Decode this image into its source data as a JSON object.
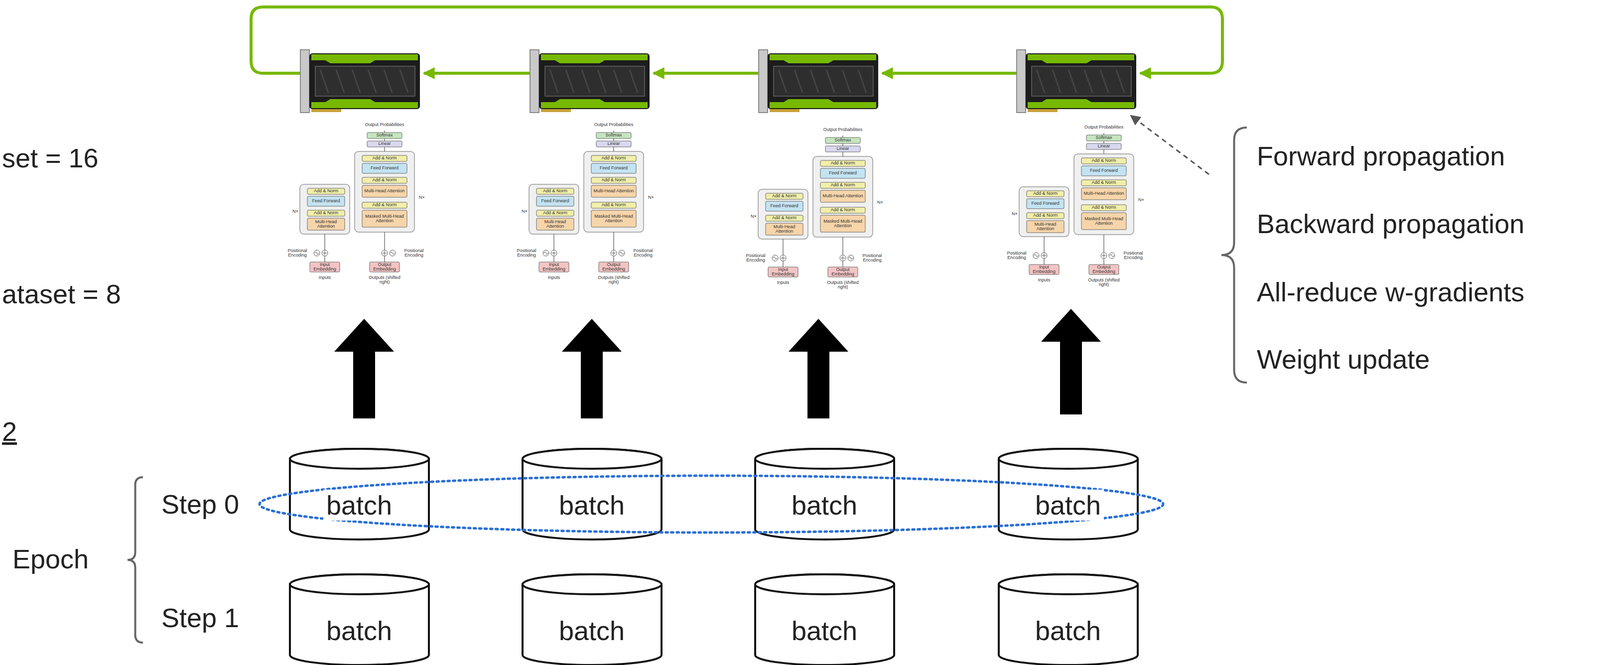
{
  "diagram": {
    "nodes": [
      {
        "text": [
          "batch"
        ]
      },
      {
        "text": [
          "batch"
        ]
      },
      {
        "text": [
          "batch"
        ]
      },
      {
        "text": [
          "batch"
        ]
      },
      {
        "text": [
          "batch"
        ]
      },
      {
        "text": [
          "batch"
        ]
      },
      {
        "text": [
          "batch"
        ]
      },
      {
        "text": [
          "batch"
        ]
      }
    ],
    "labels": [
      "set = 16",
      "ataset = 8",
      "2",
      "Output Probabilities",
      "Softmax",
      "Linear",
      "Add & Norm",
      "Feed Forward",
      "Add & Norm",
      "Multi-Head Attention",
      "Add & Norm",
      "Masked Multi-Head Attention",
      "N×",
      "Add & Norm",
      "Feed Forward",
      "Add & Norm",
      "Multi-Head Attention",
      "N×",
      "Positional Encoding",
      "Positional Encoding",
      "Input Embedding",
      "Output Embedding",
      "Inputs",
      "Outputs (shifted right)",
      "Output Probabilities",
      "Softmax",
      "Linear",
      "Add & Norm",
      "Feed Forward",
      "Add & Norm",
      "Multi-Head Attention",
      "Add & Norm",
      "Masked Multi-Head Attention",
      "N×",
      "Add & Norm",
      "Feed Forward",
      "Add & Norm",
      "Multi-Head Attention",
      "N×",
      "Positional Encoding",
      "Positional Encoding",
      "Input Embedding",
      "Output Embedding",
      "Inputs",
      "Outputs (shifted right)",
      "Output Probabilities",
      "Softmax",
      "Linear",
      "Add & Norm",
      "Feed Forward",
      "Add & Norm",
      "Multi-Head Attention",
      "Add & Norm",
      "Masked Multi-Head Attention",
      "N×",
      "Add & Norm",
      "Feed Forward",
      "Add & Norm",
      "Multi-Head Attention",
      "N×",
      "Positional Encoding",
      "Positional Encoding",
      "Input Embedding",
      "Output Embedding",
      "Inputs",
      "Outputs (shifted right)",
      "Output Probabilities",
      "Softmax",
      "Linear",
      "Add & Norm",
      "Feed Forward",
      "Add & Norm",
      "Multi-Head Attention",
      "Add & Norm",
      "Masked Multi-Head Attention",
      "N×",
      "Add & Norm",
      "Feed Forward",
      "Add & Norm",
      "Multi-Head Attention",
      "N×",
      "Positional Encoding",
      "Positional Encoding",
      "Input Embedding",
      "Output Embedding",
      "Inputs",
      "Outputs (shifted right)",
      "Forward propagation",
      "Backward propagation",
      "All-reduce w-gradients",
      "Weight update",
      "Step 0",
      "Step 1",
      "Epoch"
    ]
  }
}
